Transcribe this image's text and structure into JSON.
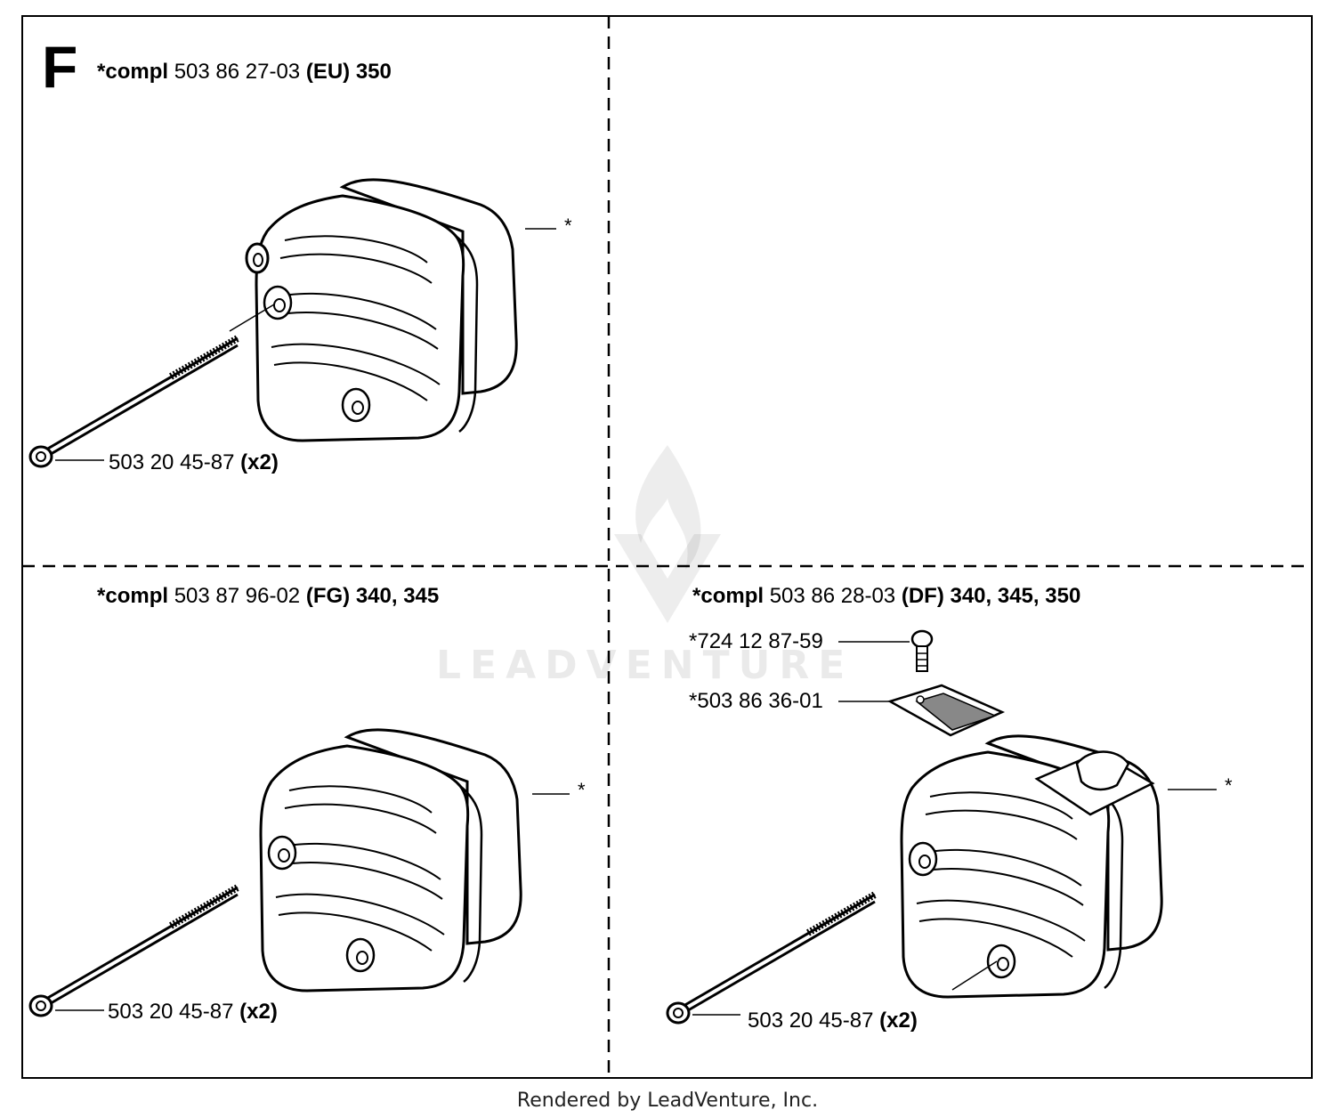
{
  "section_letter": "F",
  "panels": {
    "top_left": {
      "header": {
        "prefix": "*compl",
        "part": "503 86 27-03",
        "variant": "(EU)",
        "models": "350"
      },
      "star": "*",
      "bolt": {
        "part": "503 20 45-87",
        "qty": "(x2)"
      }
    },
    "bottom_left": {
      "header": {
        "prefix": "*compl",
        "part": "503 87 96-02",
        "variant": "(FG)",
        "models": "340, 345"
      },
      "star": "*",
      "bolt": {
        "part": "503 20 45-87",
        "qty": "(x2)"
      }
    },
    "bottom_right": {
      "header": {
        "prefix": "*compl",
        "part": "503 86 28-03",
        "variant": "(DF)",
        "models": "340, 345, 350"
      },
      "screw": "*724 12 87-59",
      "screen": "*503 86 36-01",
      "star": "*",
      "bolt": {
        "part": "503 20 45-87",
        "qty": "(x2)"
      }
    }
  },
  "watermark": "LEADVENTURE",
  "footer": "Rendered by LeadVenture, Inc."
}
